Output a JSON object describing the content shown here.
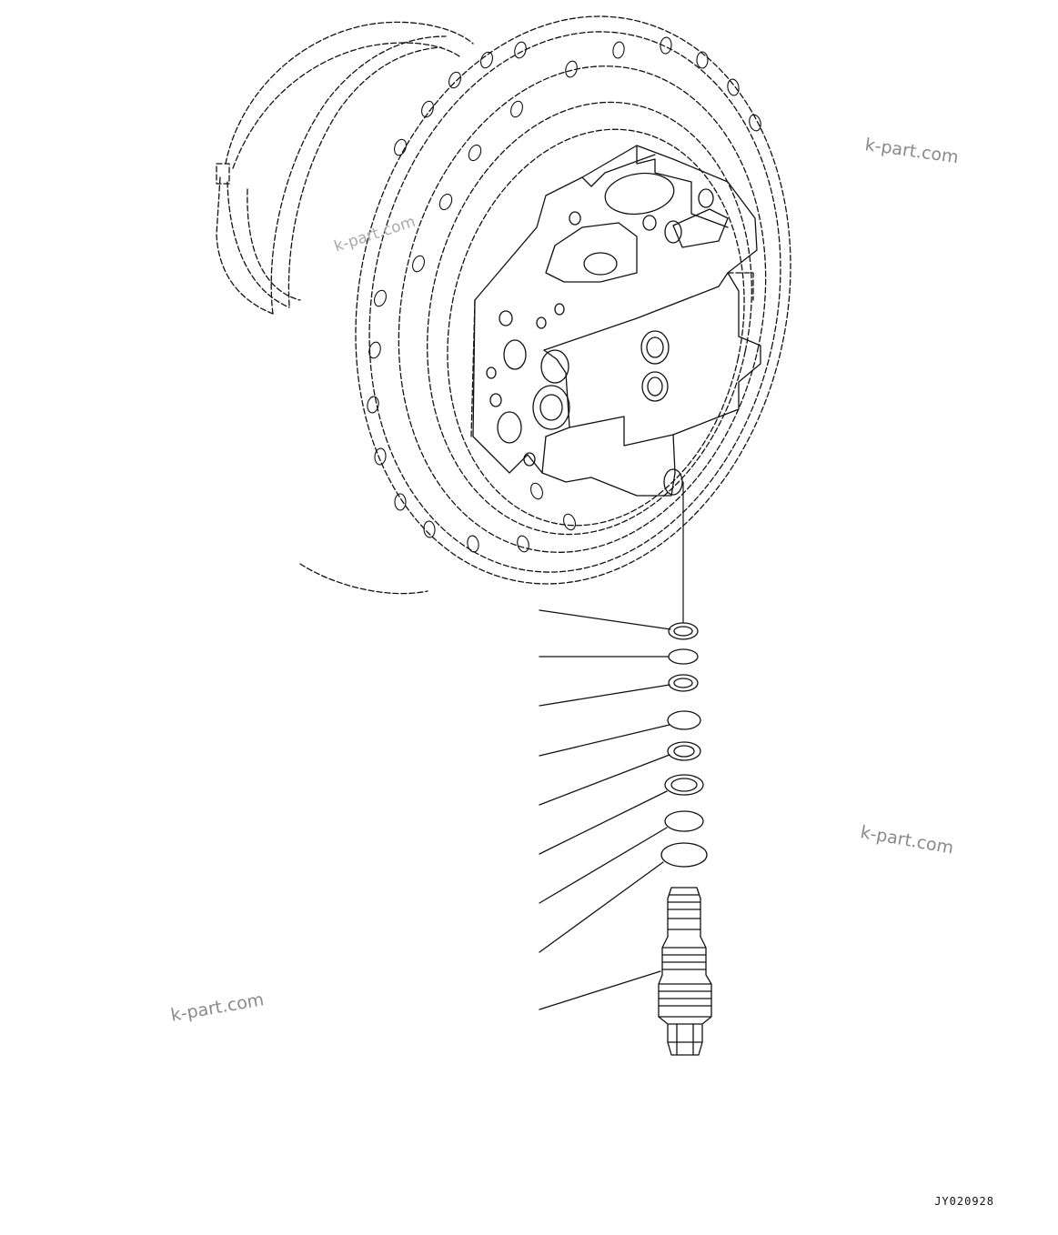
{
  "watermarks": [
    "k-part.com",
    "k-part.com",
    "k-part.com",
    "k-part.com"
  ],
  "drawing_code": "JY020928",
  "callouts": [
    {
      "item": "o-ring-1"
    },
    {
      "item": "o-ring-2"
    },
    {
      "item": "o-ring-3"
    },
    {
      "item": "o-ring-4"
    },
    {
      "item": "backup-ring-1"
    },
    {
      "item": "backup-ring-2"
    },
    {
      "item": "o-ring-5"
    },
    {
      "item": "o-ring-6"
    },
    {
      "item": "relief-valve-cartridge"
    }
  ]
}
